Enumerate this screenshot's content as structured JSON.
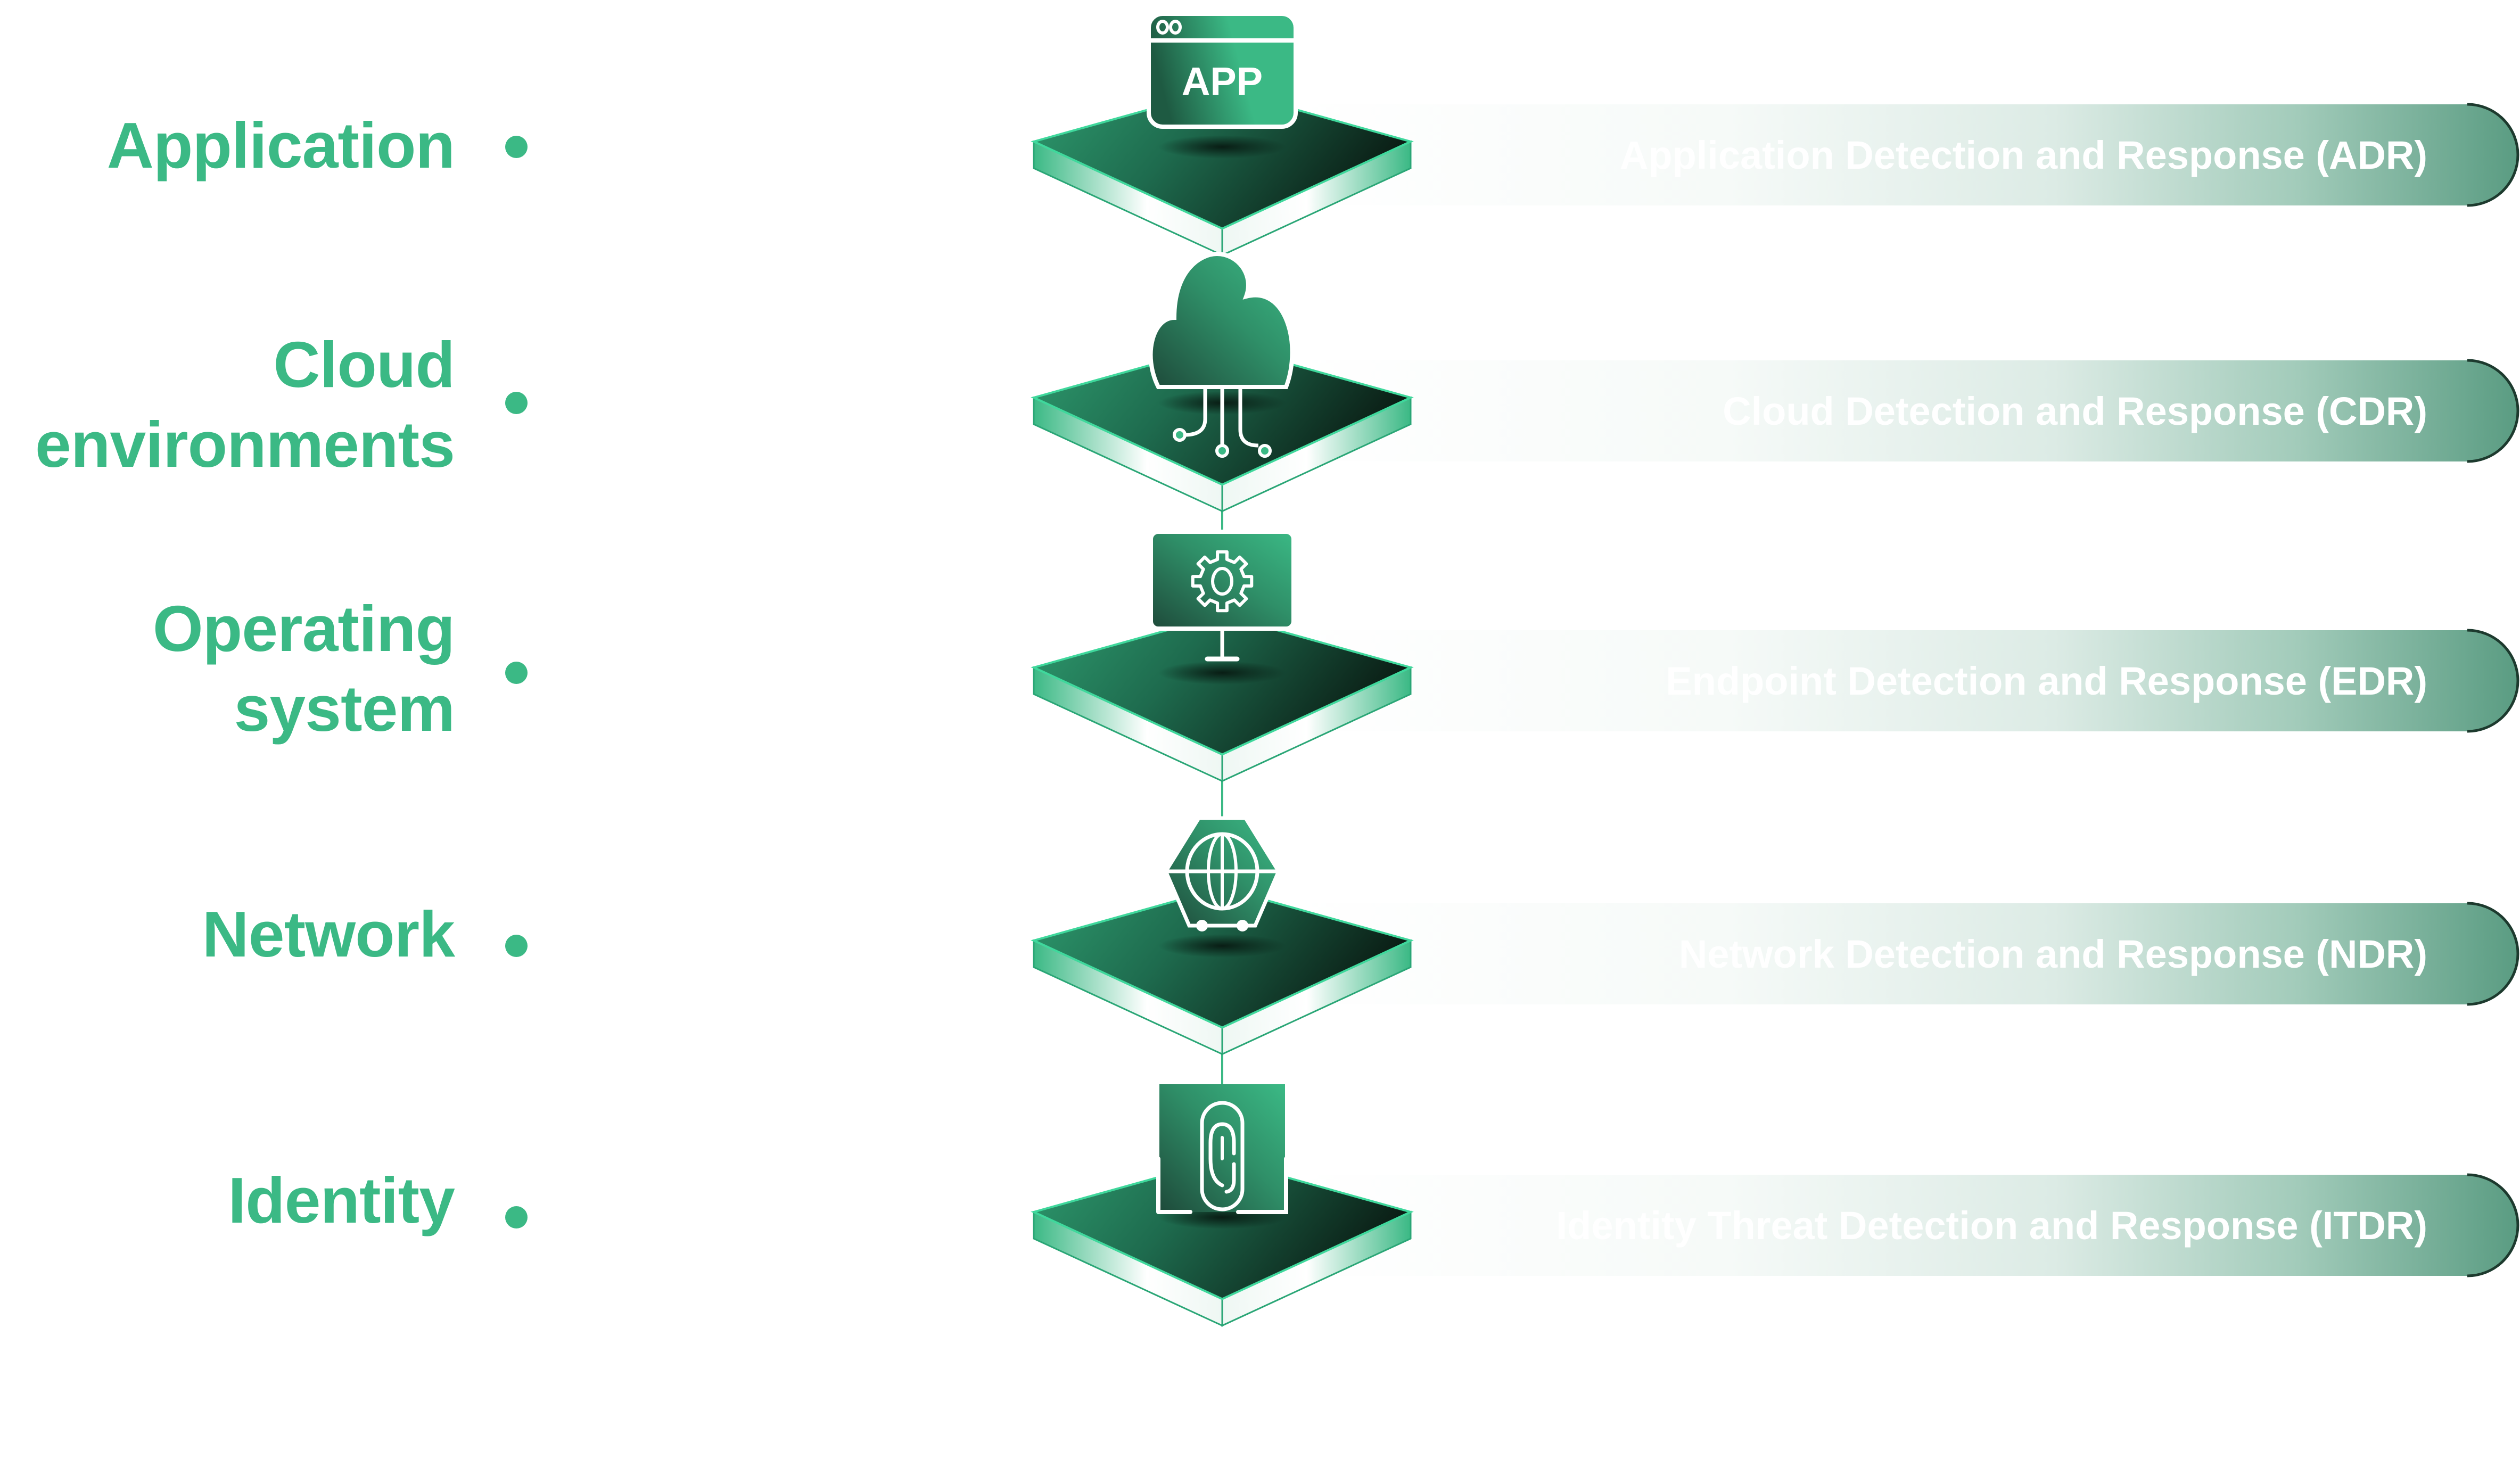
{
  "colors": {
    "label": "#3BB985",
    "accent_light": "#4BE3A6",
    "platform_dark": "#0B1F16",
    "platform_mid": "#1E6B4E",
    "bar_end": "#5A9C82"
  },
  "layers": [
    {
      "label_lines": [
        "Application"
      ],
      "icon": "app-window-icon",
      "icon_text": "APP",
      "capability": "Application Detection and Response (ADR)"
    },
    {
      "label_lines": [
        "Cloud",
        "environments"
      ],
      "icon": "cloud-network-icon",
      "capability": "Cloud Detection and Response (CDR)"
    },
    {
      "label_lines": [
        "Operating",
        "system"
      ],
      "icon": "monitor-gear-icon",
      "capability": "Endpoint Detection and Response (EDR)"
    },
    {
      "label_lines": [
        "Network"
      ],
      "icon": "globe-network-icon",
      "capability": "Network Detection and Response (NDR)"
    },
    {
      "label_lines": [
        "Identity"
      ],
      "icon": "fingerprint-icon",
      "capability": "Identity Threat Detection and Response (ITDR)"
    }
  ]
}
